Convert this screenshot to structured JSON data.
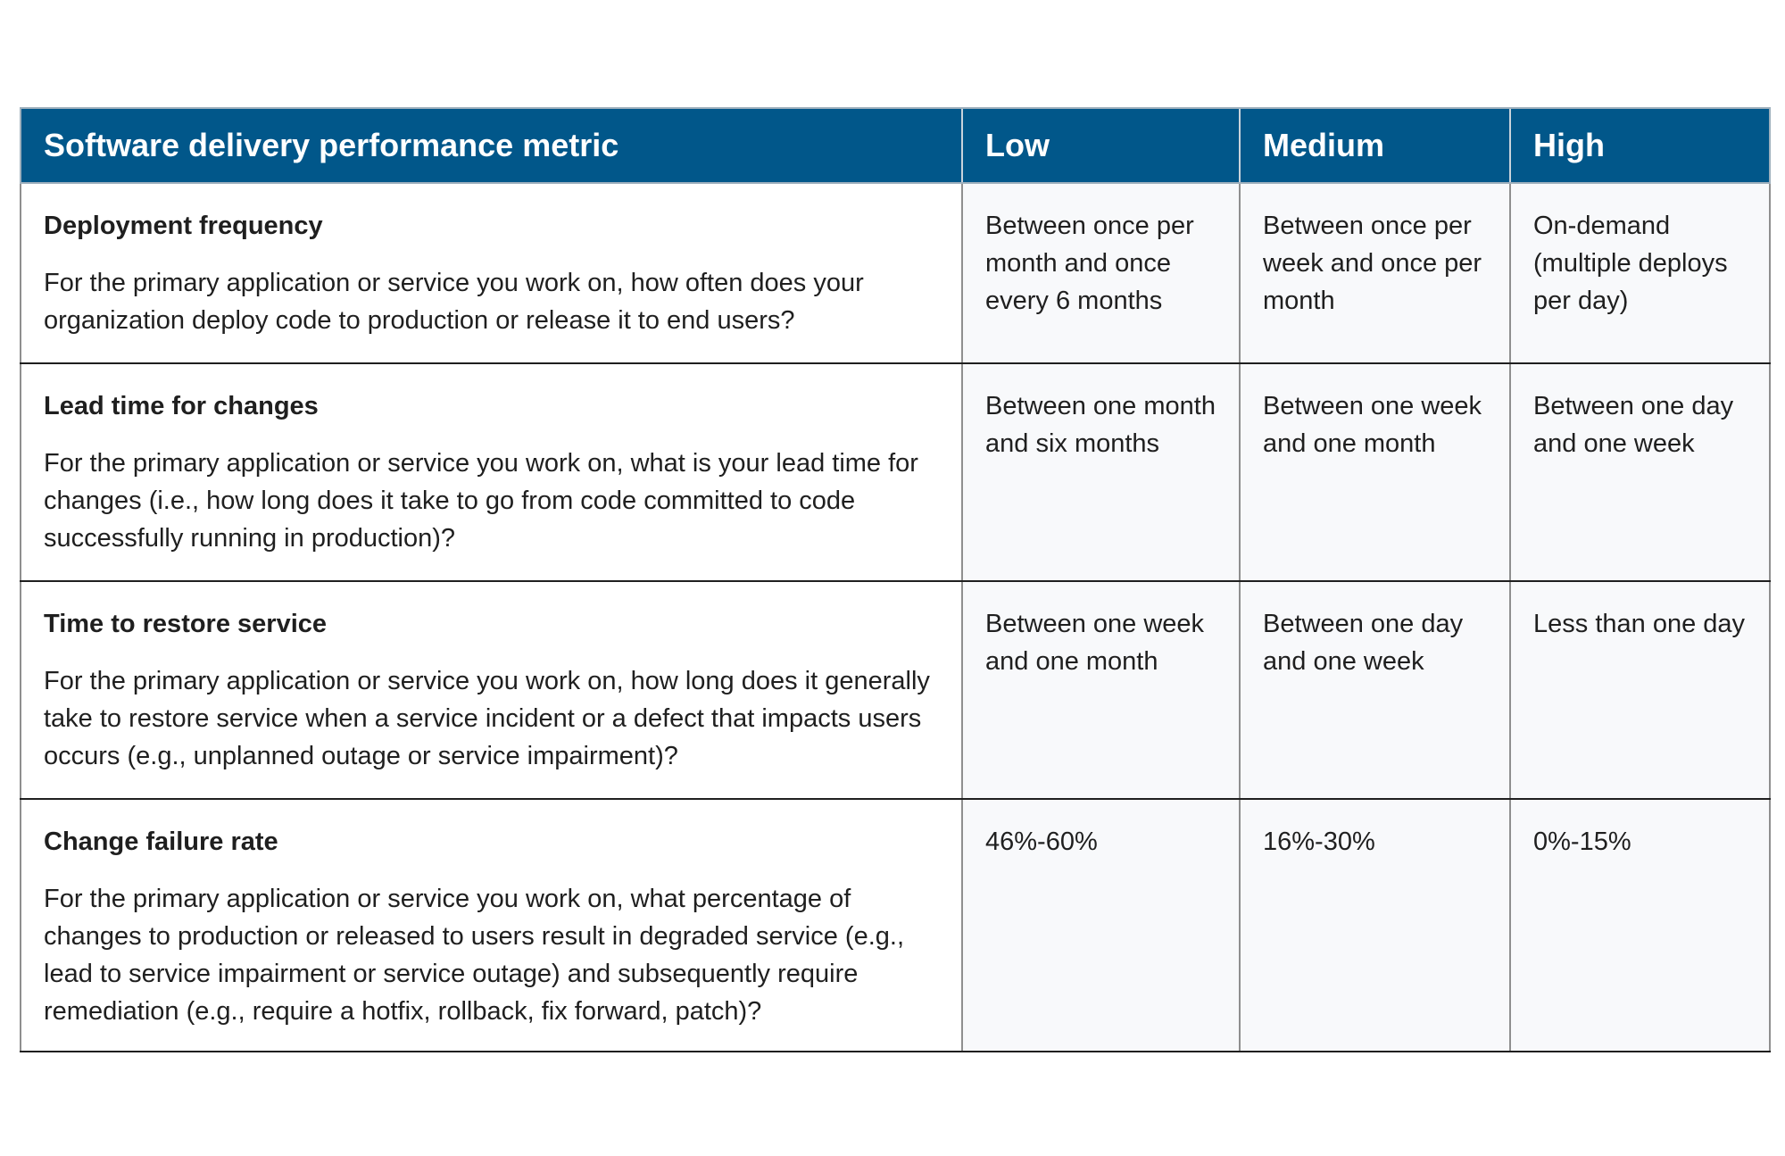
{
  "table": {
    "headers": {
      "metric": "Software delivery performance metric",
      "low": "Low",
      "medium": "Medium",
      "high": "High"
    },
    "rows": [
      {
        "name": "Deployment frequency",
        "question": "For the primary application or service you work on, how often does your organization deploy code to production or release it to end users?",
        "low": "Between once per month and once every 6 months",
        "medium": "Between once per week and once per month",
        "high": "On-demand (multiple deploys per day)"
      },
      {
        "name": "Lead time for changes",
        "question": "For the primary application or service you work on, what is your lead time for changes (i.e., how long does it take to go from code committed to code successfully running in production)?",
        "low": "Between one month and six months",
        "medium": "Between one week and one month",
        "high": "Between one day and one week"
      },
      {
        "name": "Time to restore service",
        "question": "For the primary application or service you work on, how long does it generally take to restore service when a service incident or a defect that impacts users occurs (e.g., unplanned outage or service impairment)?",
        "low": "Between one week and one month",
        "medium": "Between one day and one week",
        "high": "Less than one day"
      },
      {
        "name": "Change failure rate",
        "question": "For the primary application or service you work on, what percentage of changes to production or released to users result in degraded service (e.g., lead to service impairment or service outage) and subsequently require remediation (e.g., require a hotfix, rollback, fix forward, patch)?",
        "low": "46%-60%",
        "medium": "16%-30%",
        "high": "0%-15%"
      }
    ]
  },
  "colors": {
    "header_bg": "#01578a",
    "header_text": "#ffffff",
    "cell_bg": "#f8f9fb"
  }
}
